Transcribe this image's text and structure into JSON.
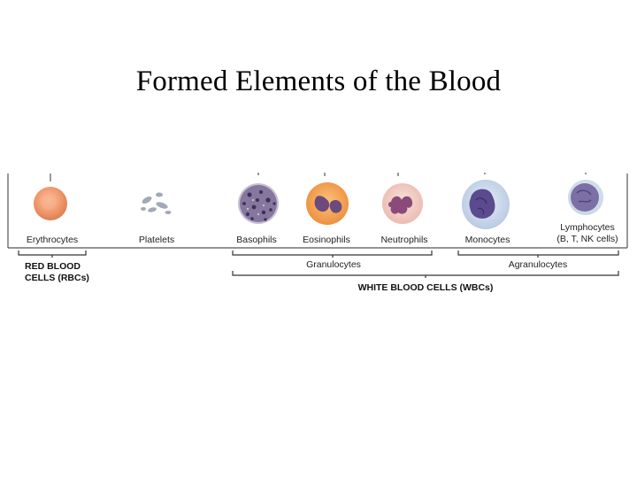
{
  "slide": {
    "title": "Formed Elements of the Blood"
  },
  "cells": [
    {
      "label": "Erythrocytes"
    },
    {
      "label": "Platelets"
    },
    {
      "label": "Basophils"
    },
    {
      "label": "Eosinophils"
    },
    {
      "label": "Neutrophils"
    },
    {
      "label": "Monocytes"
    },
    {
      "label": "Lymphocytes",
      "label2": "(B, T, NK cells)"
    }
  ],
  "groups": {
    "rbc_line1": "RED BLOOD",
    "rbc_line2": "CELLS (RBCs)",
    "granulocytes": "Granulocytes",
    "agranulocytes": "Agranulocytes",
    "wbc": "WHITE BLOOD CELLS (WBCs)"
  },
  "colors": {
    "erythrocyte": "#f09a6e",
    "basophil": "#7a6a94",
    "eosinophil": "#f0a050",
    "neutrophil": "#f2cfc6",
    "monocyte": "#c9d6ea",
    "lymphocyte": "#7b6fa6"
  }
}
